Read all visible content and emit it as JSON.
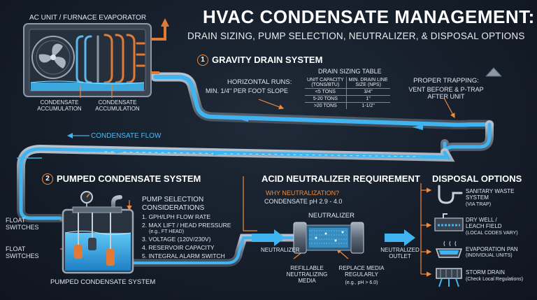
{
  "header": {
    "title": "HVAC CONDENSATE MANAGEMENT:",
    "subtitle": "DRAIN SIZING, PUMP SELECTION, NEUTRALIZER, & DISPOSAL OPTIONS"
  },
  "unit": {
    "label": "AC UNIT / FURNACE EVAPORATOR",
    "accum_left": "CONDENSATE\nACCUMULATION",
    "accum_right": "CONDENSATE\nACCUMULATION"
  },
  "gravity": {
    "number": "1",
    "heading": "GRAVITY DRAIN SYSTEM",
    "horizontal_runs": "HORIZONTAL RUNS:",
    "slope": "MIN. 1/4\" PER FOOT SLOPE",
    "table_title": "DRAIN SIZING TABLE",
    "table_headers": [
      "UNIT CAPACITY\n(TONS/BTU)",
      "MIN. DRAIN LINE\nSIZE (NPS)"
    ],
    "table_rows": [
      [
        "<5 TONS",
        "3/4\""
      ],
      [
        "5-20 TONS",
        "1\""
      ],
      [
        ">20 TONS",
        "1-1/2\""
      ]
    ],
    "trapping_title": "PROPER TRAPPING:",
    "trapping_text": "VENT BEFORE & P-TRAP\nAFTER UNIT",
    "flow_label": "CONDENSATE FLOW"
  },
  "pumped": {
    "number": "2",
    "heading": "PUMPED CONDENSATE SYSTEM",
    "float_1": "FLOAT\nSWITCHES",
    "float_2": "FLOAT\nSWITCHES",
    "caption": "PUMPED CONDENSATE SYSTEM",
    "considerations_title": "PUMP SELECTION\nCONSIDERATIONS",
    "considerations": [
      "1. GPH/LPH FLOW RATE",
      "2. MAX LIFT / HEAD PRESSURE",
      "3. VOLTAGE (120V/230V)",
      "4. RESERVOIR CAPACITY",
      "5. INTEGRAL ALARM SWITCH"
    ],
    "consideration_note": "(e.g., FT HEAD)"
  },
  "neutralizer": {
    "heading": "ACID NEUTRALIZER REQUIREMENT",
    "why": "WHY NEUTRALIZATION?",
    "ph": "CONDENSATE pH 2.9 - 4.0",
    "label": "NEUTRALIZER",
    "inlet": "NEUTRALIZER",
    "outlet": "NEUTRALIZED\nOUTLET",
    "media": "REFILLABLE\nNEUTRALIZING\nMEDIA",
    "replace": "REPLACE MEDIA\nREGULARLY",
    "replace_note": "(e.g., pH > 6.0)"
  },
  "disposal": {
    "heading": "DISPOSAL OPTIONS",
    "options": [
      {
        "name": "SANITARY WASTE\nSYSTEM",
        "note": "(VIA TRAP)"
      },
      {
        "name": "DRY WELL /\nLEACH FIELD",
        "note": "(LOCAL CODES VARY)"
      },
      {
        "name": "EVAPORATION PAN",
        "note": "(INDIVIDUAL UNITS)"
      },
      {
        "name": "STORM DRAIN",
        "note": "(Check Local Regulations)"
      }
    ]
  },
  "colors": {
    "water": "#3fb4f0",
    "pipe": "#8a96a6",
    "accent": "#f08a3c",
    "background": "#151d29"
  },
  "icons": [
    "fan-icon",
    "evaporator-coil-icon",
    "pressure-gauge-icon",
    "p-trap-icon",
    "dry-well-icon",
    "evaporation-pan-icon",
    "storm-drain-icon"
  ]
}
